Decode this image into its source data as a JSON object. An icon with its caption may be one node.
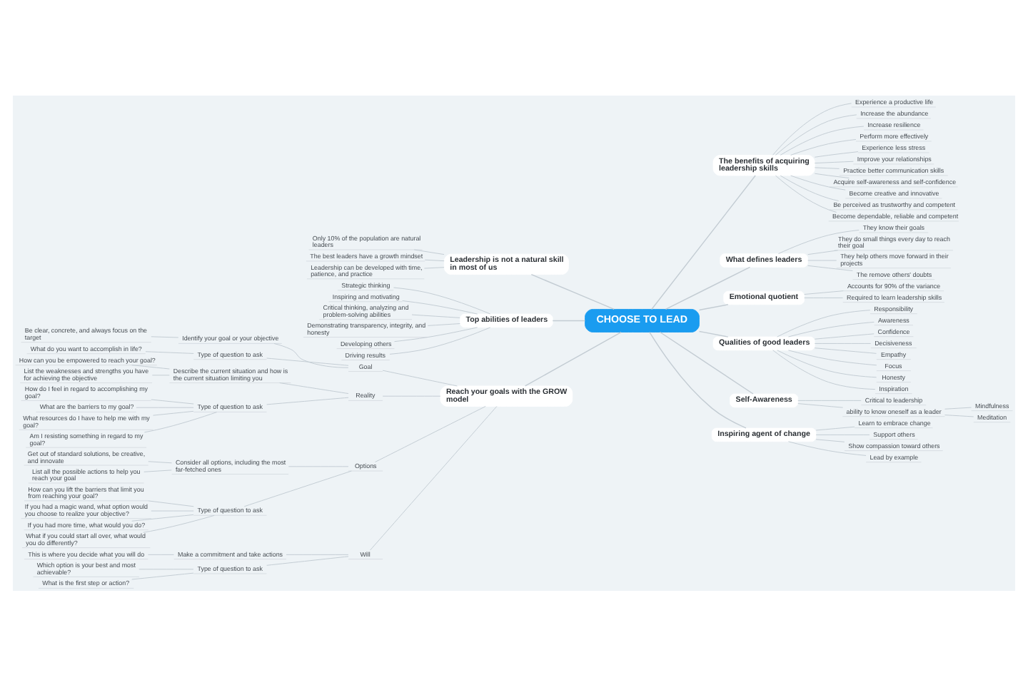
{
  "diagram": {
    "nodes": [
      {
        "text": [
          "CHOOSE TO LEAD"
        ]
      },
      {
        "text": [
          "Leadership is not a natural skill in most of us"
        ]
      },
      {
        "text": [
          "Only 10% of the population are natural leaders"
        ]
      },
      {
        "text": [
          "The best leaders have a growth mindset"
        ]
      },
      {
        "text": [
          "Leadership can be developed with time, patience, and practice"
        ]
      },
      {
        "text": [
          "Top abilities of leaders"
        ]
      },
      {
        "text": [
          "Strategic thinking"
        ]
      },
      {
        "text": [
          "Inspiring and motivating"
        ]
      },
      {
        "text": [
          "Critical thinking, analyzing and problem-solving abilities"
        ]
      },
      {
        "text": [
          "Demonstrating transparency, integrity, and honesty"
        ]
      },
      {
        "text": [
          "Developing others"
        ]
      },
      {
        "text": [
          "Driving results"
        ]
      },
      {
        "text": [
          "Reach your goals with the GROW model"
        ]
      },
      {
        "text": [
          "Goal"
        ]
      },
      {
        "text": [
          "Identify your goal or your objective"
        ]
      },
      {
        "text": [
          "Be clear, concrete, and always focus on the target"
        ]
      },
      {
        "text": [
          "Type of question to ask"
        ]
      },
      {
        "text": [
          "What do you want to accomplish in life?"
        ]
      },
      {
        "text": [
          "Reality"
        ]
      },
      {
        "text": [
          "Describe the current situation and how is the current situation limiting you"
        ]
      },
      {
        "text": [
          "How can you be empowered to reach your goal?"
        ]
      },
      {
        "text": [
          "List the weaknesses and strengths you have for achieving the objective"
        ]
      },
      {
        "text": [
          "Type of question to ask"
        ]
      },
      {
        "text": [
          "How do I feel in regard to accomplishing my goal?"
        ]
      },
      {
        "text": [
          "What are the barriers to my goal?"
        ]
      },
      {
        "text": [
          "What resources do I have to help me with my goal?"
        ]
      },
      {
        "text": [
          "Am I resisting something in regard to my goal?"
        ]
      },
      {
        "text": [
          "Options"
        ]
      },
      {
        "text": [
          "Consider all options, including the most far-fetched ones"
        ]
      },
      {
        "text": [
          "Get out of standard solutions, be creative, and innovate"
        ]
      },
      {
        "text": [
          "List all the possible actions to help you reach your goal"
        ]
      },
      {
        "text": [
          "Type of question to ask"
        ]
      },
      {
        "text": [
          "How can you lift the barriers that limit you from reaching your goal?"
        ]
      },
      {
        "text": [
          "If you had a magic wand, what option would you choose to realize your objective?"
        ]
      },
      {
        "text": [
          "If you had more time, what would you do?"
        ]
      },
      {
        "text": [
          "What if you could start all over, what would you do differently?"
        ]
      },
      {
        "text": [
          "Will"
        ]
      },
      {
        "text": [
          "Make a commitment and take actions"
        ]
      },
      {
        "text": [
          "This is where you decide what you will do"
        ]
      },
      {
        "text": [
          "Type of question to ask"
        ]
      },
      {
        "text": [
          "Which option is your best and most achievable?"
        ]
      },
      {
        "text": [
          "What is the first step or action?"
        ]
      },
      {
        "text": [
          "The benefits of acquiring leadership skills"
        ]
      },
      {
        "text": [
          "Experience a productive life"
        ]
      },
      {
        "text": [
          "Increase the abundance"
        ]
      },
      {
        "text": [
          "Increase resilience"
        ]
      },
      {
        "text": [
          "Perform more effectively"
        ]
      },
      {
        "text": [
          "Experience less stress"
        ]
      },
      {
        "text": [
          "Improve your relationships"
        ]
      },
      {
        "text": [
          "Practice better communication skills"
        ]
      },
      {
        "text": [
          "Acquire self-awareness and self-confidence"
        ]
      },
      {
        "text": [
          "Become creative and innovative"
        ]
      },
      {
        "text": [
          "Be perceived as trustworthy and competent"
        ]
      },
      {
        "text": [
          "Become dependable, reliable and competent"
        ]
      },
      {
        "text": [
          "What defines leaders"
        ]
      },
      {
        "text": [
          "They know their goals"
        ]
      },
      {
        "text": [
          "They do small things every day to reach their goal"
        ]
      },
      {
        "text": [
          "They help others move forward in their projects"
        ]
      },
      {
        "text": [
          "The remove others' doubts"
        ]
      },
      {
        "text": [
          "Emotional quotient"
        ]
      },
      {
        "text": [
          "Accounts for 90% of the variance"
        ]
      },
      {
        "text": [
          "Required to learn leadership skills"
        ]
      },
      {
        "text": [
          "Qualities of good leaders"
        ]
      },
      {
        "text": [
          "Responsibility"
        ]
      },
      {
        "text": [
          "Awareness"
        ]
      },
      {
        "text": [
          "Confidence"
        ]
      },
      {
        "text": [
          "Decisiveness"
        ]
      },
      {
        "text": [
          "Empathy"
        ]
      },
      {
        "text": [
          "Focus"
        ]
      },
      {
        "text": [
          "Honesty"
        ]
      },
      {
        "text": [
          "Inspiration"
        ]
      },
      {
        "text": [
          "Self-Awareness"
        ]
      },
      {
        "text": [
          "Critical to leadership"
        ]
      },
      {
        "text": [
          "ability to know oneself as a leader"
        ]
      },
      {
        "text": [
          "Mindfulness"
        ]
      },
      {
        "text": [
          "Meditation"
        ]
      },
      {
        "text": [
          "Inspiring agent of change"
        ]
      },
      {
        "text": [
          "Learn to embrace change"
        ]
      },
      {
        "text": [
          "Support others"
        ]
      },
      {
        "text": [
          "Show compassion toward others"
        ]
      },
      {
        "text": [
          "Lead by example"
        ]
      }
    ],
    "edges": [
      {
        "from": 1,
        "to": 0,
        "arrow": "none"
      },
      {
        "from": 2,
        "to": 1,
        "arrow": "none"
      },
      {
        "from": 3,
        "to": 1,
        "arrow": "none"
      },
      {
        "from": 4,
        "to": 1,
        "arrow": "none"
      },
      {
        "from": 5,
        "to": 0,
        "arrow": "none"
      },
      {
        "from": 6,
        "to": 5,
        "arrow": "none"
      },
      {
        "from": 7,
        "to": 5,
        "arrow": "none"
      },
      {
        "from": 8,
        "to": 5,
        "arrow": "none"
      },
      {
        "from": 9,
        "to": 5,
        "arrow": "none"
      },
      {
        "from": 10,
        "to": 5,
        "arrow": "none"
      },
      {
        "from": 11,
        "to": 5,
        "arrow": "none"
      },
      {
        "from": 12,
        "to": 0,
        "arrow": "none"
      },
      {
        "from": 13,
        "to": 12,
        "arrow": "none"
      },
      {
        "from": 14,
        "to": 13,
        "arrow": "none"
      },
      {
        "from": 15,
        "to": 14,
        "arrow": "none"
      },
      {
        "from": 16,
        "to": 13,
        "arrow": "none"
      },
      {
        "from": 17,
        "to": 16,
        "arrow": "none"
      },
      {
        "from": 18,
        "to": 12,
        "arrow": "none"
      },
      {
        "from": 19,
        "to": 18,
        "arrow": "none"
      },
      {
        "from": 20,
        "to": 19,
        "arrow": "none"
      },
      {
        "from": 21,
        "to": 19,
        "arrow": "none"
      },
      {
        "from": 22,
        "to": 18,
        "arrow": "none"
      },
      {
        "from": 23,
        "to": 22,
        "arrow": "none"
      },
      {
        "from": 24,
        "to": 22,
        "arrow": "none"
      },
      {
        "from": 25,
        "to": 22,
        "arrow": "none"
      },
      {
        "from": 26,
        "to": 22,
        "arrow": "none"
      },
      {
        "from": 27,
        "to": 12,
        "arrow": "none"
      },
      {
        "from": 28,
        "to": 27,
        "arrow": "none"
      },
      {
        "from": 29,
        "to": 28,
        "arrow": "none"
      },
      {
        "from": 30,
        "to": 28,
        "arrow": "none"
      },
      {
        "from": 31,
        "to": 27,
        "arrow": "none"
      },
      {
        "from": 32,
        "to": 31,
        "arrow": "none"
      },
      {
        "from": 33,
        "to": 31,
        "arrow": "none"
      },
      {
        "from": 34,
        "to": 31,
        "arrow": "none"
      },
      {
        "from": 35,
        "to": 31,
        "arrow": "none"
      },
      {
        "from": 36,
        "to": 12,
        "arrow": "none"
      },
      {
        "from": 37,
        "to": 36,
        "arrow": "none"
      },
      {
        "from": 38,
        "to": 37,
        "arrow": "none"
      },
      {
        "from": 39,
        "to": 36,
        "arrow": "none"
      },
      {
        "from": 40,
        "to": 39,
        "arrow": "none"
      },
      {
        "from": 41,
        "to": 39,
        "arrow": "none"
      },
      {
        "from": 0,
        "to": 42,
        "arrow": "none"
      },
      {
        "from": 42,
        "to": 43,
        "arrow": "none"
      },
      {
        "from": 42,
        "to": 44,
        "arrow": "none"
      },
      {
        "from": 42,
        "to": 45,
        "arrow": "none"
      },
      {
        "from": 42,
        "to": 46,
        "arrow": "none"
      },
      {
        "from": 42,
        "to": 47,
        "arrow": "none"
      },
      {
        "from": 42,
        "to": 48,
        "arrow": "none"
      },
      {
        "from": 42,
        "to": 49,
        "arrow": "none"
      },
      {
        "from": 42,
        "to": 50,
        "arrow": "none"
      },
      {
        "from": 42,
        "to": 51,
        "arrow": "none"
      },
      {
        "from": 42,
        "to": 52,
        "arrow": "none"
      },
      {
        "from": 42,
        "to": 53,
        "arrow": "none"
      },
      {
        "from": 0,
        "to": 54,
        "arrow": "none"
      },
      {
        "from": 54,
        "to": 55,
        "arrow": "none"
      },
      {
        "from": 54,
        "to": 56,
        "arrow": "none"
      },
      {
        "from": 54,
        "to": 57,
        "arrow": "none"
      },
      {
        "from": 54,
        "to": 58,
        "arrow": "none"
      },
      {
        "from": 0,
        "to": 59,
        "arrow": "none"
      },
      {
        "from": 59,
        "to": 60,
        "arrow": "none"
      },
      {
        "from": 59,
        "to": 61,
        "arrow": "none"
      },
      {
        "from": 0,
        "to": 62,
        "arrow": "none"
      },
      {
        "from": 62,
        "to": 63,
        "arrow": "none"
      },
      {
        "from": 62,
        "to": 64,
        "arrow": "none"
      },
      {
        "from": 62,
        "to": 65,
        "arrow": "none"
      },
      {
        "from": 62,
        "to": 66,
        "arrow": "none"
      },
      {
        "from": 62,
        "to": 67,
        "arrow": "none"
      },
      {
        "from": 62,
        "to": 68,
        "arrow": "none"
      },
      {
        "from": 62,
        "to": 69,
        "arrow": "none"
      },
      {
        "from": 62,
        "to": 70,
        "arrow": "none"
      },
      {
        "from": 0,
        "to": 71,
        "arrow": "none"
      },
      {
        "from": 71,
        "to": 72,
        "arrow": "none"
      },
      {
        "from": 71,
        "to": 73,
        "arrow": "none"
      },
      {
        "from": 73,
        "to": 74,
        "arrow": "none"
      },
      {
        "from": 73,
        "to": 75,
        "arrow": "none"
      },
      {
        "from": 0,
        "to": 76,
        "arrow": "none"
      },
      {
        "from": 76,
        "to": 77,
        "arrow": "none"
      },
      {
        "from": 76,
        "to": 78,
        "arrow": "none"
      },
      {
        "from": 76,
        "to": 79,
        "arrow": "none"
      },
      {
        "from": 76,
        "to": 80,
        "arrow": "none"
      }
    ]
  }
}
